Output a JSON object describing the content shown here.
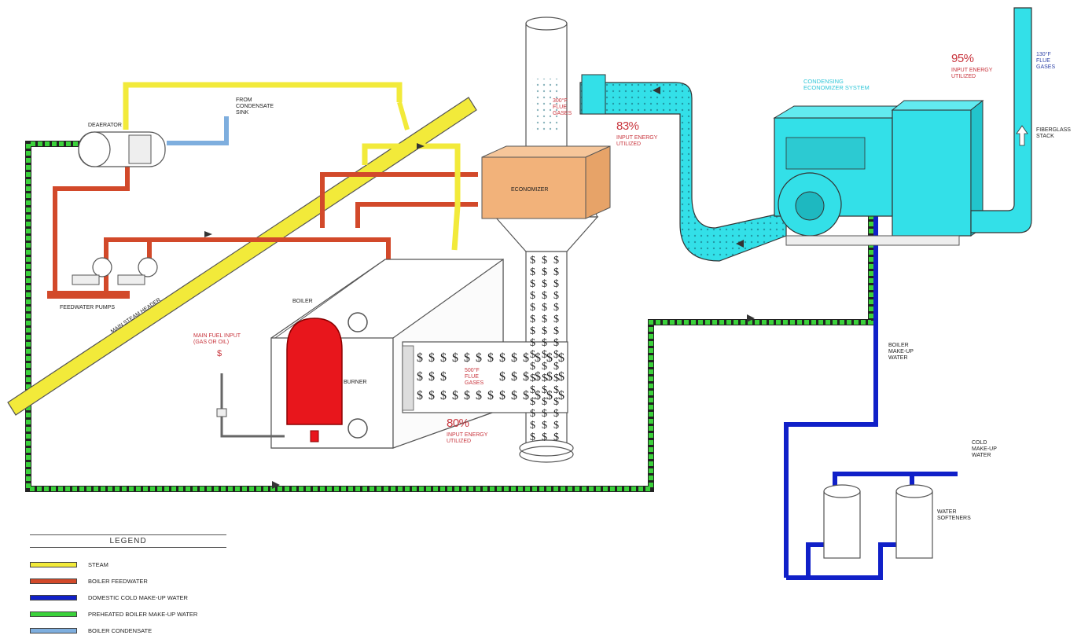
{
  "colors": {
    "steam": "#f2ea3a",
    "boiler_feedwater": "#d2492a",
    "domestic_cold": "#1020c8",
    "preheated_makeup": "#3bd23b",
    "condensate": "#7eaede",
    "exhaust": "#33e0e8",
    "economizer": "#f2b27a",
    "burner": "#e8161c"
  },
  "labels": {
    "deaerator": "DEAERATOR",
    "from_condensate_sink": "FROM\nCONDENSATE\nSINK",
    "feedwater_pumps": "FEEDWATER PUMPS",
    "main_steam_header": "MAIN STEAM HEADER",
    "boiler": "BOILER",
    "burner": "BURNER",
    "main_fuel_input": "MAIN FUEL INPUT\n(GAS OR OIL)",
    "fuel_symbol": "$",
    "economizer": "ECONOMIZER",
    "flue_gases_300": "300°F\nFLUE\nGASES",
    "flue_gases_500": "500°F\nFLUE\nGASES",
    "pct_83": "83%",
    "input_83": "INPUT ENERGY\nUTILIZED",
    "pct_80": "80%",
    "input_80": "INPUT ENERGY\nUTILIZED",
    "pct_95": "95%",
    "input_95": "INPUT ENERGY\nUTILIZED",
    "condensing_economizer": "CONDENSING\nECONOMIZER SYSTEM",
    "flue_gases_130": "130°F\nFLUE\nGASES",
    "fiberglass_stack": "FIBERGLASS\nSTACK",
    "boiler_makeup_water": "BOILER\nMAKE-UP\nWATER",
    "cold_makeup_water": "COLD\nMAKE-UP\nWATER",
    "water_softeners": "WATER\nSOFTENERS"
  },
  "legend": {
    "title": "LEGEND",
    "items": [
      {
        "label": "STEAM",
        "color": "#f2ea3a"
      },
      {
        "label": "BOILER FEEDWATER",
        "color": "#d2492a"
      },
      {
        "label": "DOMESTIC COLD MAKE-UP WATER",
        "color": "#1020c8"
      },
      {
        "label": "PREHEATED BOILER MAKE-UP WATER",
        "color": "#3bd23b"
      },
      {
        "label": "BOILER CONDENSATE",
        "color": "#7eaede"
      }
    ]
  }
}
